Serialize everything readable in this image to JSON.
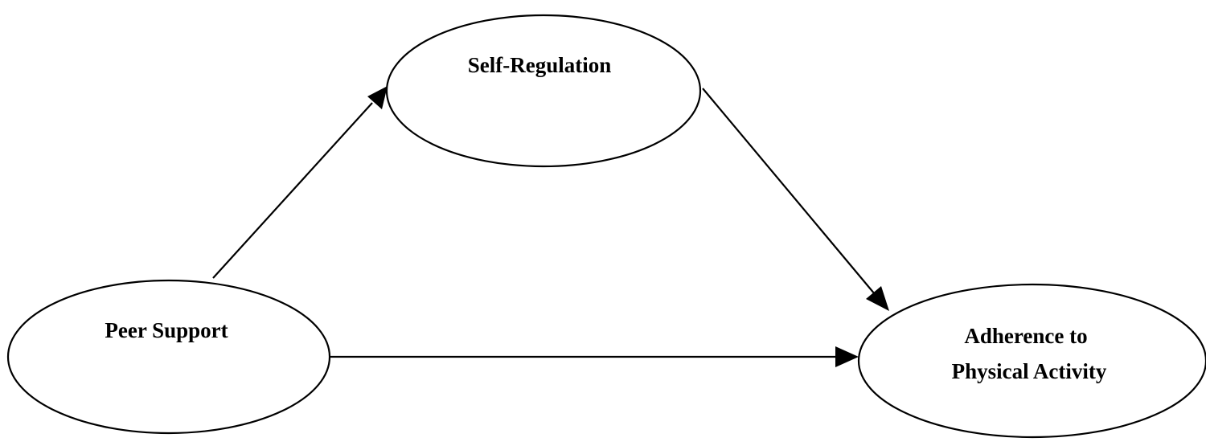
{
  "diagram": {
    "nodes": {
      "peer_support": {
        "label": "Peer Support"
      },
      "self_regulation": {
        "label": "Self-Regulation"
      },
      "adherence": {
        "label_line1": "Adherence to",
        "label_line2": "Physical Activity"
      }
    },
    "edges": [
      {
        "from": "Peer Support",
        "to": "Self-Regulation"
      },
      {
        "from": "Self-Regulation",
        "to": "Adherence to Physical Activity"
      },
      {
        "from": "Peer Support",
        "to": "Adherence to Physical Activity"
      }
    ],
    "colors": {
      "stroke": "#000000",
      "background": "#ffffff"
    }
  }
}
